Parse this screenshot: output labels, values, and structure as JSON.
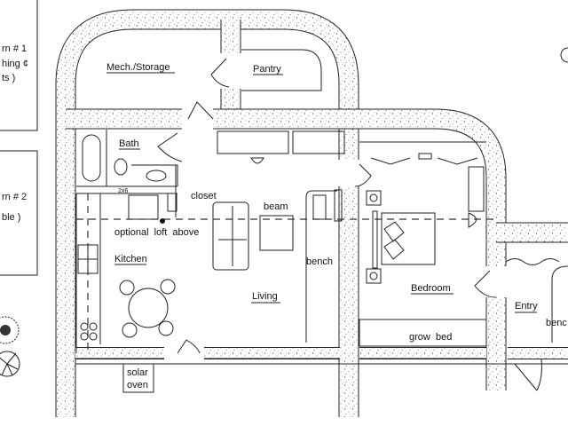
{
  "legend_boxes": [
    {
      "lines": [
        "rn # 1",
        "hing ¢",
        "ts )"
      ]
    },
    {
      "lines": [
        "rn # 2",
        "ble )"
      ]
    }
  ],
  "rooms": {
    "mech_storage": "Mech./Storage",
    "pantry": "Pantry",
    "bath": "Bath",
    "closet": "closet",
    "beam": "beam",
    "loft": "optional  loft  above",
    "kitchen": "Kitchen",
    "living": "Living",
    "bench_living": "bench",
    "bedroom": "Bedroom",
    "entry": "Entry",
    "bench_entry": "benc",
    "grow_bed": "grow  bed",
    "solar_oven_1": "solar",
    "solar_oven_2": "oven",
    "stud": "2x6"
  },
  "colors": {
    "line": "#222222",
    "background": "#ffffff"
  }
}
